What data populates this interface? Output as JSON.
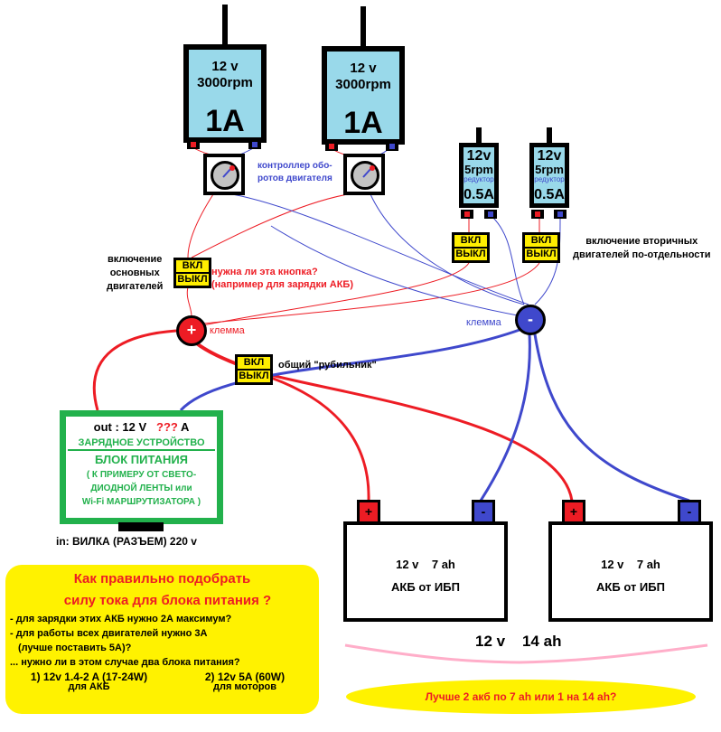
{
  "main_motors": [
    {
      "voltage": "12 v",
      "speed": "3000rpm",
      "current": "1A"
    },
    {
      "voltage": "12 v",
      "speed": "3000rpm",
      "current": "1A"
    }
  ],
  "speed_controller_label": {
    "line1": "контроллер обо-",
    "line2": "ротов двигателя"
  },
  "secondary_motors": [
    {
      "voltage": "12v",
      "speed": "5rpm",
      "gearbox": "редуктор",
      "current": "0.5A"
    },
    {
      "voltage": "12v",
      "speed": "5rpm",
      "gearbox": "редуктор",
      "current": "0.5A"
    }
  ],
  "switch": {
    "on": "ВКЛ",
    "off": "ВЫКЛ"
  },
  "labels": {
    "main_switch": {
      "line1": "включение",
      "line2": "основных",
      "line3": "двигателей"
    },
    "button_question": {
      "line1": "нужна ли эта кнопка?",
      "line2": "(например для зарядки АКБ)"
    },
    "secondary_switch": {
      "line1": "включение вторичных",
      "line2": "двигателей по-отдельности"
    },
    "plus_clamp": "клемма",
    "minus_clamp": "клемма",
    "master_switch": "общий \"рубильник\""
  },
  "clamps": {
    "plus": "+",
    "minus": "-"
  },
  "psu": {
    "out_prefix": "out : 12 V",
    "out_unknown": "???",
    "out_unit": "A",
    "line1": "ЗАРЯДНОЕ УСТРОЙСТВО",
    "line2": "БЛОК ПИТАНИЯ",
    "line3": "( К ПРИМЕРУ ОТ СВЕТО-",
    "line4": "ДИОДНОЙ ЛЕНТЫ или",
    "line5": "Wi-Fi МАРШРУТИЗАТОРА )",
    "input": "in: ВИЛКА (РАЗЪЕМ) 220 v"
  },
  "batteries": [
    {
      "spec": "12 v    7 ah",
      "type": "АКБ от ИБП",
      "plus": "+",
      "minus": "-"
    },
    {
      "spec": "12 v    7 ah",
      "type": "АКБ от ИБП",
      "plus": "+",
      "minus": "-"
    }
  ],
  "battery_total": "12 v    14 ah",
  "question_box": {
    "title1": "Как правильно подобрать",
    "title2": "силу тока для блока питания ?",
    "lines": [
      "- для зарядки этих АКБ нужно 2А максимум?",
      "- для работы всех двигателей нужно 3А",
      "  (лучше поставить 5А)?",
      "... нужно ли в этом случае два блока питания?"
    ],
    "option1": {
      "spec": "1) 12v 1.4-2 A (17-24W)",
      "purpose": "для АКБ"
    },
    "option2": {
      "spec": "2) 12v 5A (60W)",
      "purpose": "для моторов"
    }
  },
  "battery_question": "Лучше 2 акб по 7 ah или 1 на 14 ah?",
  "colors": {
    "positive": "#ed1c24",
    "negative": "#3f48cc",
    "switch": "#ffee00",
    "psu": "#22b14c",
    "motor": "#99d9ea",
    "highlight": "#fff200",
    "brace": "#ffaec9"
  }
}
